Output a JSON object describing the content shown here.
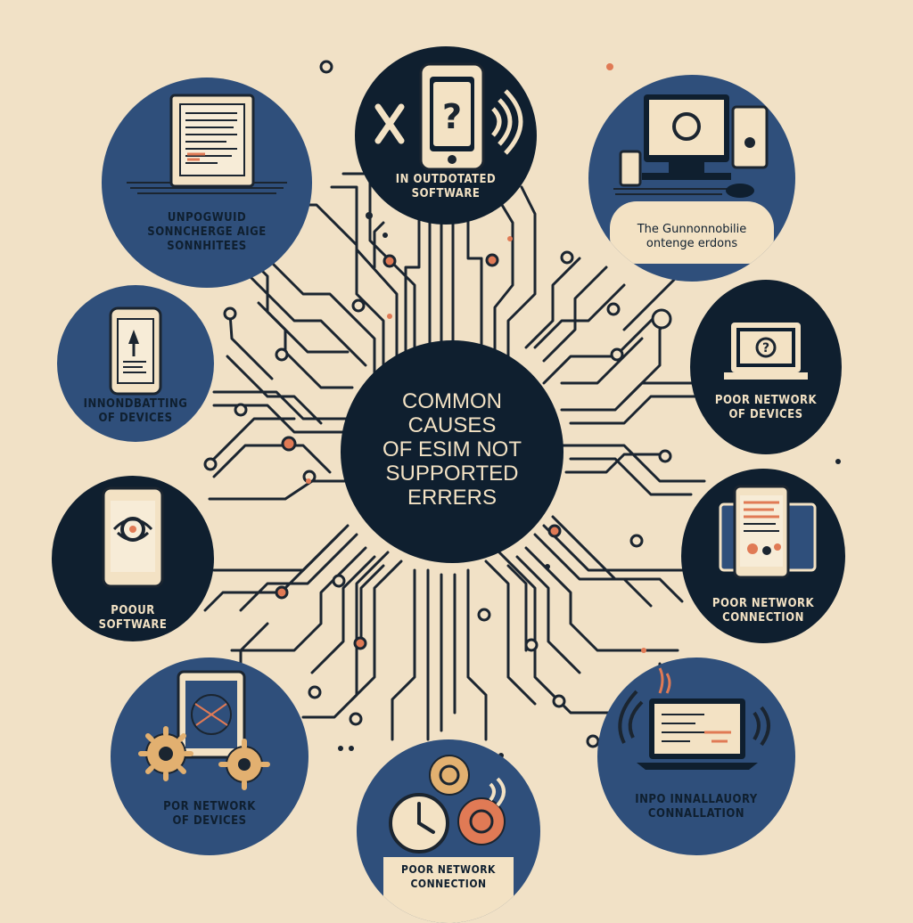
{
  "center": {
    "title_lines": [
      "COMMON",
      "CAUSES",
      "OF ESIM NOT",
      "SUPPORTED",
      "ERRERS"
    ]
  },
  "nodes": [
    {
      "id": "top",
      "lines": [
        "IN OUTDOTATED",
        "SOFTWARE"
      ],
      "icon": "phone-question-icon"
    },
    {
      "id": "upper-left",
      "lines": [
        "UNPOGWUID",
        "SONNCHERGE AIGE",
        "SONNHITEES"
      ],
      "icon": "document-tablet-icon"
    },
    {
      "id": "upper-right",
      "lines": [
        "The Gunnonnobilie",
        "ontenge erdons"
      ],
      "icon": "desktop-question-icon"
    },
    {
      "id": "left",
      "lines": [
        "INNONDBATTING",
        "OF DEVICES"
      ],
      "icon": "phone-warning-icon"
    },
    {
      "id": "right",
      "lines": [
        "POOR NETWORK",
        "OF DEVICES"
      ],
      "icon": "laptop-question-icon"
    },
    {
      "id": "lower-left-mid",
      "lines": [
        "POOUR",
        "SOFTWARE"
      ],
      "icon": "phone-eye-icon"
    },
    {
      "id": "lower-right-mid",
      "lines": [
        "POOR NETWORK",
        "CONNECTION"
      ],
      "icon": "tablet-document-icon"
    },
    {
      "id": "bottom-left",
      "lines": [
        "POR NETWORK",
        "OF DEVICES"
      ],
      "icon": "tablet-gears-icon"
    },
    {
      "id": "bottom",
      "lines": [
        "POOR NETWORK",
        "CONNECTION"
      ],
      "icon": "clock-gears-icon"
    },
    {
      "id": "bottom-right",
      "lines": [
        "INPO INNALLAUORY",
        "CONNALLATION"
      ],
      "icon": "laptop-signal-icon"
    }
  ],
  "colors": {
    "background": "#f1e1c6",
    "navy": "#0f1f2f",
    "blue": "#3b5f8c",
    "cream": "#f3e2c4",
    "line": "#1b2530",
    "accent": "#e07a55"
  }
}
